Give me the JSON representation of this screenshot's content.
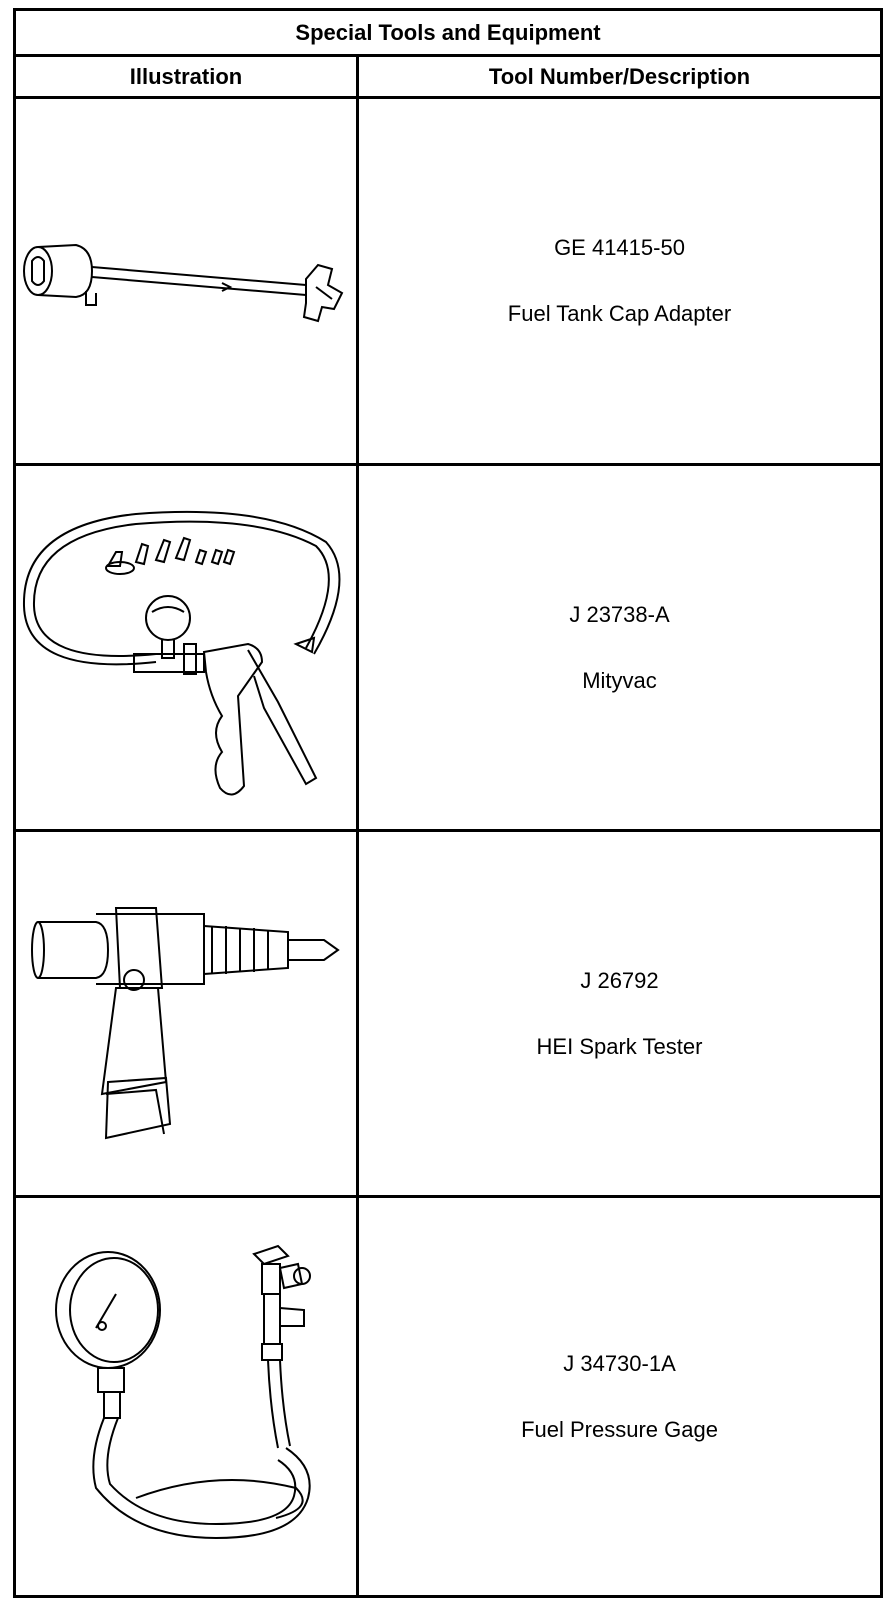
{
  "table": {
    "title": "Special Tools and Equipment",
    "col_illustration": "Illustration",
    "col_description": "Tool Number/Description",
    "rows": [
      {
        "number": "GE 41415-50",
        "description": "Fuel Tank Cap Adapter",
        "icon": "fuel-tank-cap-adapter-icon"
      },
      {
        "number": "J 23738-A",
        "description": "Mityvac",
        "icon": "mityvac-hand-vacuum-pump-icon"
      },
      {
        "number": "J 26792",
        "description": "HEI Spark Tester",
        "icon": "spark-tester-icon"
      },
      {
        "number": "J 34730-1A",
        "description": "Fuel Pressure Gage",
        "icon": "fuel-pressure-gage-icon"
      }
    ]
  }
}
